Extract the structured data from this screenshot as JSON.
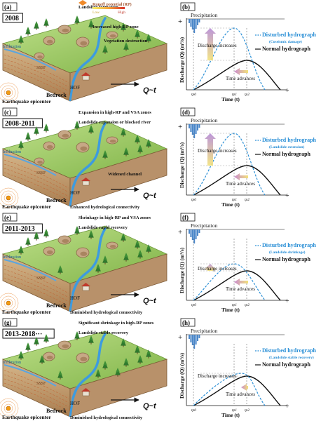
{
  "panels": [
    {
      "left_letter": "(a)",
      "period": "2008",
      "ann": [
        "Landslide formation",
        "Increased high-RP zone",
        "Vegetation destruction"
      ],
      "right_letter": "(b)",
      "disturbed": "Disturbed hydrograph",
      "disturbed_sub": "(Coseismic damage)",
      "mode": "increase"
    },
    {
      "left_letter": "(c)",
      "period": "2008-2011",
      "ann": [
        "Expansion in high-RP and VSA zones",
        "Landslide expansion or blocked river",
        "Widened channel",
        "Enhanced hydrological connectivity"
      ],
      "right_letter": "(d)",
      "disturbed": "Disturbed hydrograph",
      "disturbed_sub": "(Landslide extension)",
      "mode": "increase"
    },
    {
      "left_letter": "(e)",
      "period": "2011-2013",
      "ann": [
        "Shrinkage in high-RP and VSA zones",
        "Landslide rapid recovery",
        "Diminished hydrological connectivity"
      ],
      "right_letter": "(f)",
      "disturbed": "Disturbed hydrograph",
      "disturbed_sub": "(Landslide shrinkage)",
      "mode": "decrease"
    },
    {
      "left_letter": "(g)",
      "period": "2013-2018···",
      "ann": [
        "Significant shrinkage in high-RP zones",
        "Landslide stable recovery",
        "Diminished hydrological connectivity"
      ],
      "right_letter": "(h)",
      "disturbed": "Disturbed hydrograph",
      "disturbed_sub": "(Landslide stable recovery)",
      "mode": "stable"
    }
  ],
  "legend": {
    "title": "Runoff potential (RP)",
    "low": "Low",
    "high": "High"
  },
  "block_labels": {
    "infiltration": "Infiltration",
    "sssf": "SSSF",
    "hof": "HOF",
    "bedrock": "Bedrock",
    "qt": "Q~t",
    "epicenter": "Earthquake epicenter"
  },
  "hydro_labels": {
    "precipitation": "Precipitation",
    "discharge_increases": "Discharge increases",
    "time_advances": "Time advances",
    "normal": "Normal hydrograph",
    "yaxis": "Discharge (Q) (m³/s)",
    "xaxis": "Time (t)",
    "tp0": "tp0",
    "tp1": "tp1",
    "tp2": "tp2",
    "plus": "+"
  },
  "colors": {
    "disturbed": "#2a8fd6",
    "normal": "#111111",
    "rain": "#4a86c8",
    "grass": "#9ecb5a",
    "soil": "#c9a67a",
    "bedrock": "#b68b5c",
    "river": "#3d9be0"
  }
}
